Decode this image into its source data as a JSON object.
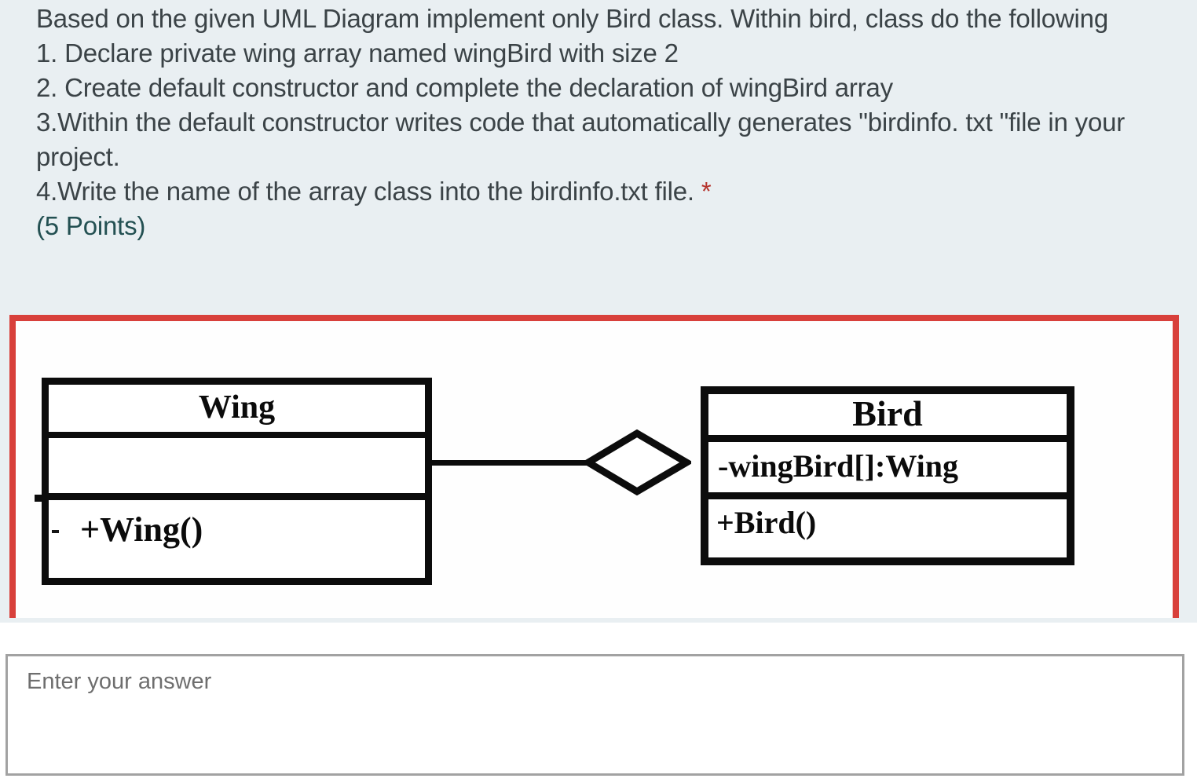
{
  "question": {
    "intro": "Based on the given UML Diagram implement only Bird class. Within bird, class do the following",
    "items": [
      "1. Declare private wing array named wingBird with size 2",
      "2. Create default constructor and complete the declaration of wingBird array",
      "3.Within the default constructor writes code that automatically generates \"birdinfo. txt \"file in your project.",
      "4.Write the name of the array class into the birdinfo.txt file."
    ],
    "required_marker": "*",
    "points_label": "(5 Points)"
  },
  "diagram": {
    "type": "uml-class-diagram",
    "classes": [
      {
        "name": "Wing",
        "attributes": [],
        "operations": [
          "+Wing()"
        ]
      },
      {
        "name": "Bird",
        "attributes": [
          "-wingBird[]:Wing"
        ],
        "operations": [
          "+Bird()"
        ]
      }
    ],
    "relationship": {
      "from": "Wing",
      "to": "Bird",
      "kind": "aggregation"
    }
  },
  "answer": {
    "placeholder": "Enter your answer"
  },
  "colors": {
    "card_background": "#e9eff2",
    "frame_border": "#d8403b",
    "question_text": "#3b4347",
    "points_text": "#235052",
    "asterisk": "#b5332c",
    "diagram_ink": "#0c0c0c",
    "input_border": "#a2a2a2",
    "placeholder_text": "#6e6e6e"
  }
}
